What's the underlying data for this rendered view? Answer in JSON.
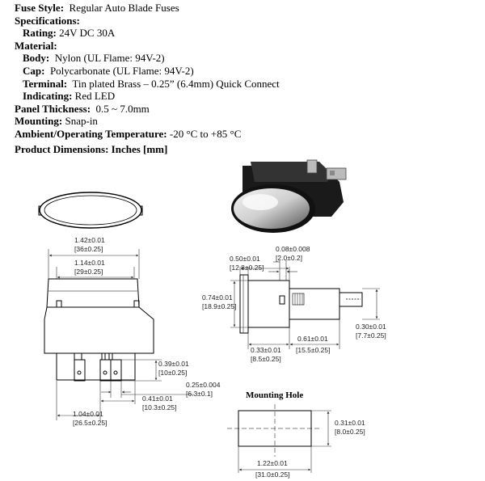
{
  "specs": {
    "fuse_style": {
      "label": "Fuse Style:",
      "value": "Regular Auto Blade Fuses"
    },
    "specifications": {
      "label": "Specifications:"
    },
    "rating": {
      "label": "Rating:",
      "value": "24V DC  30A"
    },
    "material": {
      "label": "Material:"
    },
    "body": {
      "label": "Body:",
      "value": "Nylon (UL Flame: 94V-2)"
    },
    "cap": {
      "label": "Cap:",
      "value": "Polycarbonate (UL Flame: 94V-2)"
    },
    "terminal": {
      "label": "Terminal:",
      "value": "Tin plated Brass – 0.25” (6.4mm) Quick Connect"
    },
    "indicating": {
      "label": "Indicating:",
      "value": "Red LED"
    },
    "panel_thickness": {
      "label": "Panel Thickness:",
      "value": "0.5 ~ 7.0mm"
    },
    "mounting": {
      "label": "Mounting:",
      "value": "Snap-in"
    },
    "temperature": {
      "label": "Ambient/Operating Temperature:",
      "value": "-20 °C to +85 °C"
    }
  },
  "dimensions_title": "Product Dimensions:  Inches [mm]",
  "front_view": {
    "d1_in": "1.42±0.01",
    "d1_mm": "[36±0.25]",
    "d2_in": "1.14±0.01",
    "d2_mm": "[29±0.25]",
    "d3_in": "0.39±0.01",
    "d3_mm": "[10±0.25]",
    "d4_in": "0.25±0.004",
    "d4_mm": "[6.3±0.1]",
    "d5_in": "0.41±0.01",
    "d5_mm": "[10.3±0.25]",
    "d6_in": "1.04±0.01",
    "d6_mm": "[26.5±0.25]"
  },
  "side_view": {
    "s1_in": "0.08±0.008",
    "s1_mm": "[2.0±0.2]",
    "s2_in": "0.50±0.01",
    "s2_mm": "[12.8±0.25]",
    "s3_in": "0.74±0.01",
    "s3_mm": "[18.9±0.25]",
    "s4_in": "0.30±0.01",
    "s4_mm": "[7.7±0.25]",
    "s5_in": "0.61±0.01",
    "s5_mm": "[15.5±0.25]",
    "s6_in": "0.33±0.01",
    "s6_mm": "[8.5±0.25]"
  },
  "mounting_hole": {
    "title": "Mounting Hole",
    "h1_in": "0.31±0.01",
    "h1_mm": "[8.0±0.25]",
    "w1_in": "1.22±0.01",
    "w1_mm": "[31.0±0.25]"
  }
}
